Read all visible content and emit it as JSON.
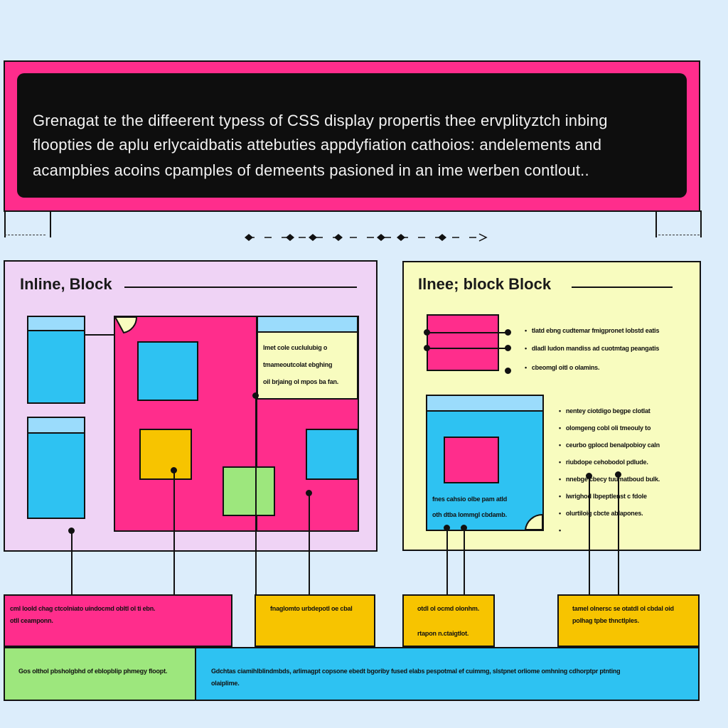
{
  "header": {
    "lines": [
      "Grenagat te the diffeerent typess of CSS display propertis thee ervplityztch inbing",
      "floopties de aplu erlycaidbatis attebuties appdyfiation cathoios: andelements and",
      "acampbies acoins cpamples of demeents pasioned in an ime werben contlout.."
    ]
  },
  "left_panel": {
    "title": "Inline, Block",
    "note_lines": [
      "lmet cole cuclulubig o",
      "tmameoutcolat ebghing",
      "oil brjaing ol mpos ba fan."
    ]
  },
  "right_panel": {
    "title": "Ilnee; block Block",
    "bullets_top": [
      "tlatd ebng cudtemar fmigpronet lobstd eatis",
      "dladl ludon mandiss ad cuotmtag peangatis",
      "cbeomgl oitl o olamins."
    ],
    "bullets_bottom": [
      "nentey ciotdigo begpe clotlat",
      "olomgeng cobl oli tmeouly to",
      "ceurbo gplocd benalpobioy caln",
      "riubdope cehobodol pdlude.",
      "nnebge cbecy tuumatboud bulk.",
      "lwrighod lbpeptlenst c fdole",
      "olurtiloig cbcte ablapones."
    ],
    "box_caption": [
      "fnes cahsio olbe pam atld",
      "oth dtba lommgl cbdamb."
    ]
  },
  "cards": {
    "pink": [
      "cml loold chag ctcolniato uindocmd obltl ol ti ebn.",
      "otll ceamponn."
    ],
    "yellow1": [
      "fnaglomto urbdepotl oe cbal"
    ],
    "yellow2": [
      "otdl ol ocmd olonhm.",
      "rtapon n.ctaigtlot."
    ],
    "yellow3": [
      "tamel olnersc se otatdl ol cbdal oid",
      "polhag tpbe thnctlples."
    ],
    "green": [
      "Gos olthol pbsholgbhd of eblopblip phmegy floopt."
    ],
    "cyan": [
      "Gdchtas ciamihlblindmbds, arlimagpt copsone ebedt bgoriby fused elabs pespotmal ef cuimmg, slstpnet orliome omhning cdhorptpr ptnting",
      "olaiplime."
    ]
  },
  "colors": {
    "pink": "#ff2d8c",
    "cyan": "#2ec2f2",
    "yellow": "#f7c400",
    "green": "#9de77d",
    "lavender": "#efd3f5",
    "pale_yellow": "#f8fcbf",
    "background": "#dcedfb"
  }
}
